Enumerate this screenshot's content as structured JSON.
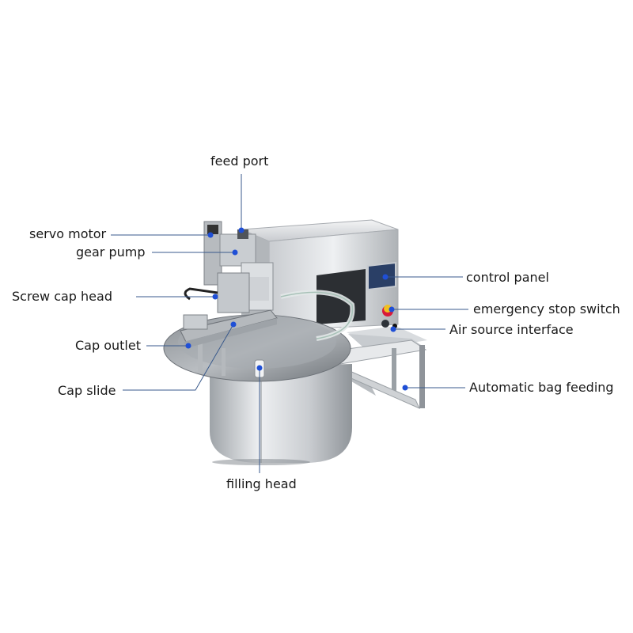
{
  "labels": {
    "feed_port": "feed port",
    "servo_motor": "servo motor",
    "gear_pump": "gear pump",
    "screw_cap_head": "Screw cap head",
    "cap_outlet": "Cap outlet",
    "cap_slide": "Cap slide",
    "filling_head": "filling head",
    "control_panel": "control panel",
    "emergency_stop_switch": "emergency stop switch",
    "air_source_interface": "Air source interface",
    "automatic_bag_feeding": "Automatic bag feeding"
  },
  "colors": {
    "leader_line": "#3a5a8c",
    "leader_dot": "#1f4fd6",
    "steel_light": "#e6e8ea",
    "steel_mid": "#c3c7cb",
    "steel_dark": "#8d9297",
    "emergency_red": "#d8193a",
    "panel_blue": "#2a3f66"
  }
}
